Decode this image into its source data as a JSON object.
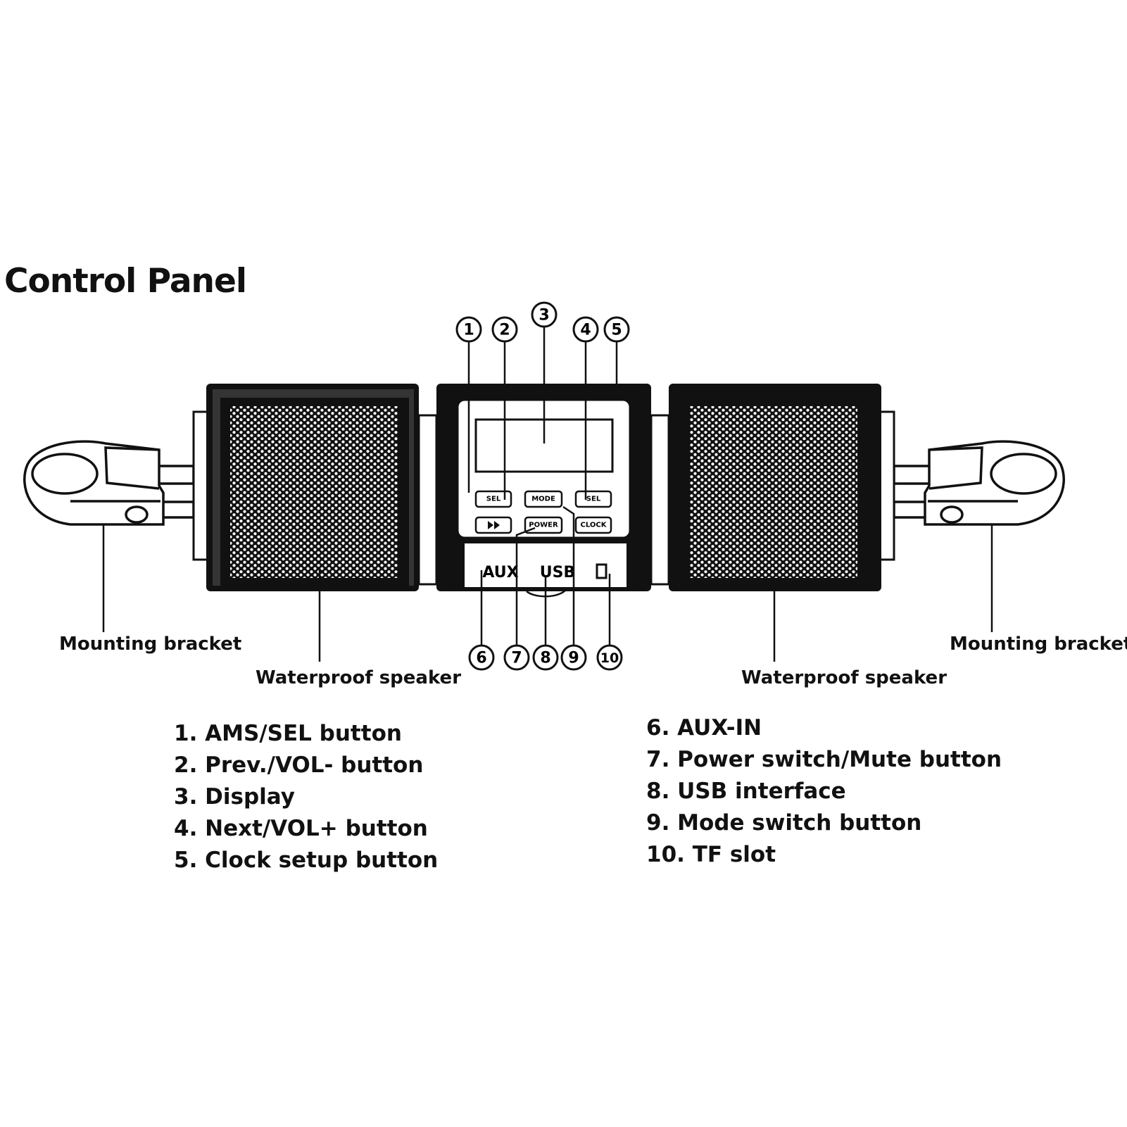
{
  "title": "Control Panel",
  "captions": {
    "bracket_left": "Mounting bracket",
    "bracket_right": "Mounting bracket",
    "speaker_left": "Waterproof speaker",
    "speaker_right": "Waterproof speaker"
  },
  "callouts": [
    "1",
    "2",
    "3",
    "4",
    "5",
    "6",
    "7",
    "8",
    "9",
    "10"
  ],
  "panel": {
    "ports": [
      "AUX",
      "USB"
    ],
    "button_labels": [
      "SEL",
      "MODE",
      "SEL",
      "POWER",
      "CLOCK"
    ]
  },
  "legend_left": [
    "1. AMS/SEL button",
    "2. Prev./VOL- button",
    "3. Display",
    "4. Next/VOL+ button",
    "5. Clock setup button"
  ],
  "legend_right": [
    "6. AUX-IN",
    "7. Power switch/Mute button",
    "8. USB interface",
    "9. Mode switch button",
    "10. TF slot"
  ]
}
